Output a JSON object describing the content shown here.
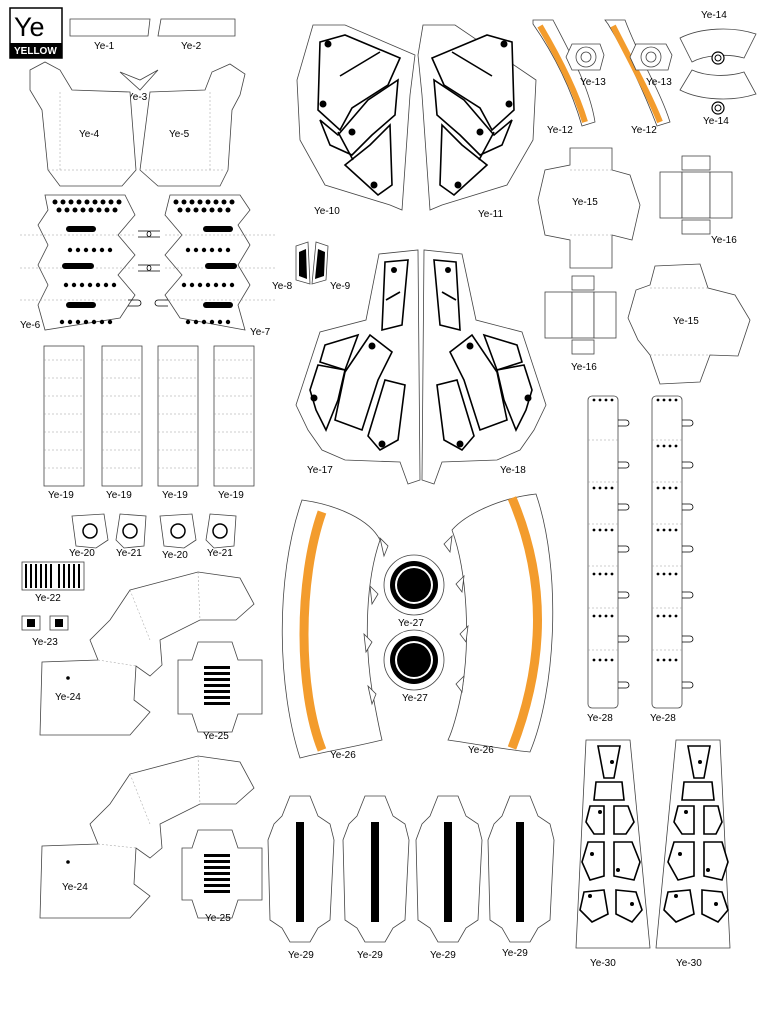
{
  "header": {
    "code": "Ye",
    "color_name": "YELLOW"
  },
  "colors": {
    "orange": "#f39c2d",
    "ink": "#000000",
    "paper": "#ffffff",
    "edge": "#444444"
  },
  "labels": {
    "ye1": "Ye-1",
    "ye2": "Ye-2",
    "ye3": "Ye-3",
    "ye4": "Ye-4",
    "ye5": "Ye-5",
    "ye6": "Ye-6",
    "ye7": "Ye-7",
    "ye8": "Ye-8",
    "ye9": "Ye-9",
    "ye10": "Ye-10",
    "ye11": "Ye-11",
    "ye12": "Ye-12",
    "ye13": "Ye-13",
    "ye14": "Ye-14",
    "ye15": "Ye-15",
    "ye16": "Ye-16",
    "ye17": "Ye-17",
    "ye18": "Ye-18",
    "ye19": "Ye-19",
    "ye20": "Ye-20",
    "ye21": "Ye-21",
    "ye22": "Ye-22",
    "ye23": "Ye-23",
    "ye24": "Ye-24",
    "ye25": "Ye-25",
    "ye26": "Ye-26",
    "ye27": "Ye-27",
    "ye28": "Ye-28",
    "ye29": "Ye-29",
    "ye30": "Ye-30"
  }
}
